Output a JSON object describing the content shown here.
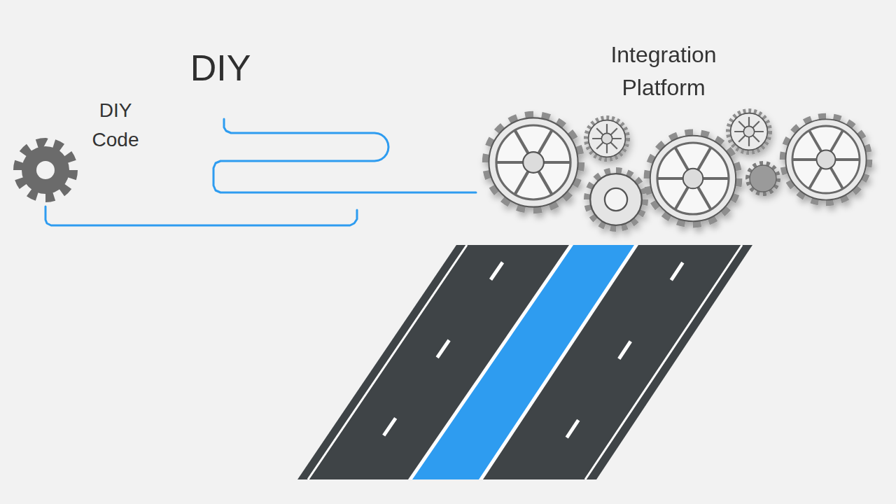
{
  "diagram": {
    "title": "DIY",
    "nodes": [
      {
        "text": [
          "DIY Code"
        ]
      },
      {
        "text": [
          "Integration Platform"
        ]
      }
    ],
    "edges": [
      {
        "from": 0,
        "to": 1,
        "arrow": "none"
      }
    ]
  }
}
